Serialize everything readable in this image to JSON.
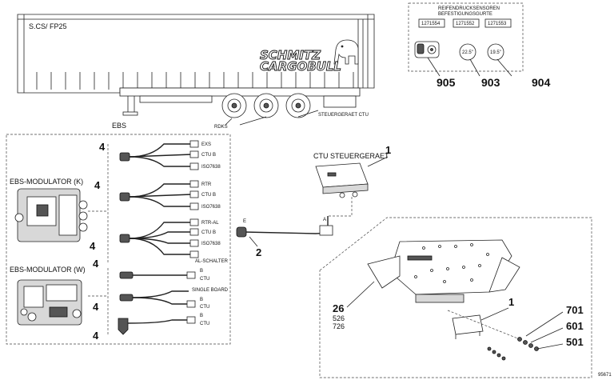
{
  "trailer": {
    "model_label": "S.CS/ FP25",
    "brand_line1": "SCHMITZ",
    "brand_line2": "CARGOBULL",
    "rdks_label": "RDKS",
    "ctu_ref_label": "STEUERGERAET CTU"
  },
  "sensors": {
    "title_line1": "REIFENDRUCKSENSOREN",
    "title_line2": "BEFESTIGUNGSGURTE",
    "part_a": "1271554",
    "part_b": "1271552",
    "part_c": "1271553",
    "dial_b": "22.5\"",
    "dial_c": "19.5\"",
    "callout_905": "905",
    "callout_903": "903",
    "callout_904": "904"
  },
  "ebs": {
    "section_label": "EBS",
    "modulator_k": "EBS-MODULATOR (K)",
    "modulator_w": "EBS-MODULATOR (W)",
    "callout_4": "4",
    "group1": [
      "EXS",
      "CTU B",
      "ISO7638"
    ],
    "group2": [
      "RTR",
      "CTU B",
      "ISO7638"
    ],
    "group3": [
      "RTR-AL",
      "CTU B",
      "ISO7638",
      "AL-SCHALTER"
    ],
    "group4": [
      "B",
      "CTU"
    ],
    "group5": [
      "SINGLE BOARD",
      "B",
      "CTU"
    ],
    "group6": [
      "B",
      "CTU"
    ]
  },
  "ctu": {
    "title": "CTU STEUERGERAET",
    "callout_1": "1",
    "callout_2": "2",
    "end_e": "E",
    "end_a": "A"
  },
  "bracket": {
    "callout_26": "26",
    "callout_526": "526",
    "callout_726": "726",
    "callout_1": "1",
    "callout_701": "701",
    "callout_601": "601",
    "callout_501": "501"
  },
  "drawing_number": "95671"
}
